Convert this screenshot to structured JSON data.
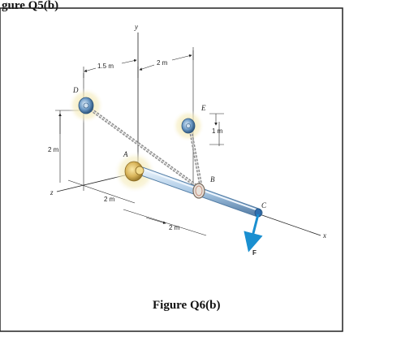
{
  "header_fragment": "gure Q5(b)",
  "caption": "Figure Q6(b)",
  "labels": {
    "x": "x",
    "y": "y",
    "z": "z",
    "D": "D",
    "E": "E",
    "A": "A",
    "B": "B",
    "C": "C",
    "F": "F"
  },
  "dims": {
    "d1": "1.5 m",
    "d2": "2 m",
    "d3": "1 m",
    "d4": "2 m",
    "d5": "2 m",
    "d6": "2 m"
  },
  "colors": {
    "force_arrow": "#1a8fd0",
    "rod": "#b9d3ea",
    "glow": "#f3e7a8"
  }
}
